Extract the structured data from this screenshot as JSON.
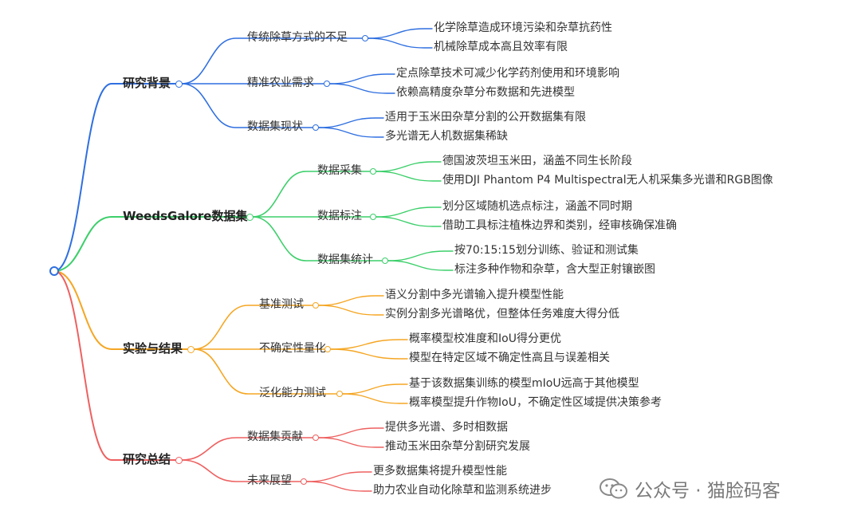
{
  "mindmap": {
    "branches": [
      {
        "label": "研究背景",
        "color": "#2f6fe0",
        "children": [
          {
            "label": "传统除草方式的不足",
            "children": [
              "化学除草造成环境污染和杂草抗药性",
              "机械除草成本高且效率有限"
            ]
          },
          {
            "label": "精准农业需求",
            "children": [
              "定点除草技术可减少化学药剂使用和环境影响",
              "依赖高精度杂草分布数据和先进模型"
            ]
          },
          {
            "label": "数据集现状",
            "children": [
              "适用于玉米田杂草分割的公开数据集有限",
              "多光谱无人机数据集稀缺"
            ]
          }
        ]
      },
      {
        "label": "WeedsGalore数据集",
        "color": "#3ccf6a",
        "children": [
          {
            "label": "数据采集",
            "children": [
              "德国波茨坦玉米田，涵盖不同生长阶段",
              "使用DJI Phantom P4 Multispectral无人机采集多光谱和RGB图像"
            ]
          },
          {
            "label": "数据标注",
            "children": [
              "划分区域随机选点标注，涵盖不同时期",
              "借助工具标注植株边界和类别，经审核确保准确"
            ]
          },
          {
            "label": "数据集统计",
            "children": [
              "按70:15:15划分训练、验证和测试集",
              "标注多种作物和杂草，含大型正射镶嵌图"
            ]
          }
        ]
      },
      {
        "label": "实验与结果",
        "color": "#f5a623",
        "children": [
          {
            "label": "基准测试",
            "children": [
              "语义分割中多光谱输入提升模型性能",
              "实例分割多光谱略优，但整体任务难度大得分低"
            ]
          },
          {
            "label": "不确定性量化",
            "children": [
              "概率模型校准度和IoU得分更优",
              "模型在特定区域不确定性高且与误差相关"
            ]
          },
          {
            "label": "泛化能力测试",
            "children": [
              "基于该数据集训练的模型mIoU远高于其他模型",
              "概率模型提升作物IoU，不确定性区域提供决策参考"
            ]
          }
        ]
      },
      {
        "label": "研究总结",
        "color": "#ee6060",
        "children": [
          {
            "label": "数据集贡献",
            "children": [
              "提供多光谱、多时相数据",
              "推动玉米田杂草分割研究发展"
            ]
          },
          {
            "label": "未来展望",
            "children": [
              "更多数据集将提升模型性能",
              "助力农业自动化除草和监测系统进步"
            ]
          }
        ]
      }
    ]
  },
  "watermark": {
    "icon": "wechat-icon",
    "text": "公众号 · 猫脸码客"
  }
}
